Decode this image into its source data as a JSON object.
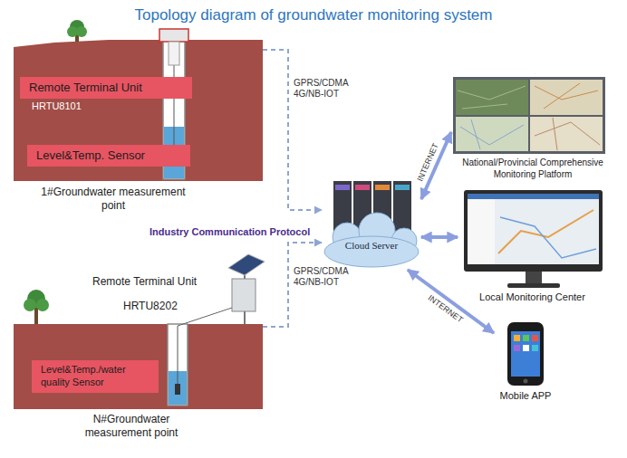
{
  "diagram": {
    "title": "Topology diagram of groundwater monitoring system",
    "nodes": [
      {
        "text": [
          "1#Groundwater measurement point"
        ]
      },
      {
        "text": [
          "Remote Terminal Unit"
        ],
        "in": 0
      },
      {
        "text": [
          "Level&Temp. Sensor"
        ],
        "in": 0
      },
      {
        "text": [
          "National/Provincial Comprehensive Monitoring Platform"
        ]
      },
      {
        "text": [
          "Cloud Server"
        ]
      },
      {
        "text": [
          "Local Monitoring Center"
        ]
      },
      {
        "text": [
          "N#Groundwater measurement point"
        ]
      },
      {
        "text": [
          "Level&Temp./water quality Sensor"
        ],
        "in": 6
      },
      {
        "text": [
          "Mobile APP"
        ]
      }
    ],
    "edges": [
      {
        "from": 0,
        "to": 4,
        "arrow": "to",
        "label": "GPRS/CDMA 4G/NB-IOT"
      },
      {
        "from": 6,
        "to": 4,
        "arrow": "to",
        "label": "GPRS/CDMA 4G/NB-IOT"
      },
      {
        "from": 4,
        "to": 3,
        "arrow": "both",
        "label": "INTERNET"
      },
      {
        "from": 4,
        "to": 5,
        "arrow": "both"
      },
      {
        "from": 4,
        "to": 8,
        "arrow": "both",
        "label": "INTERNET"
      }
    ],
    "labels": [
      "HRTU8101",
      "Industry Communication Protocol",
      "Remote Terminal Unit",
      "HRTU8202"
    ]
  }
}
